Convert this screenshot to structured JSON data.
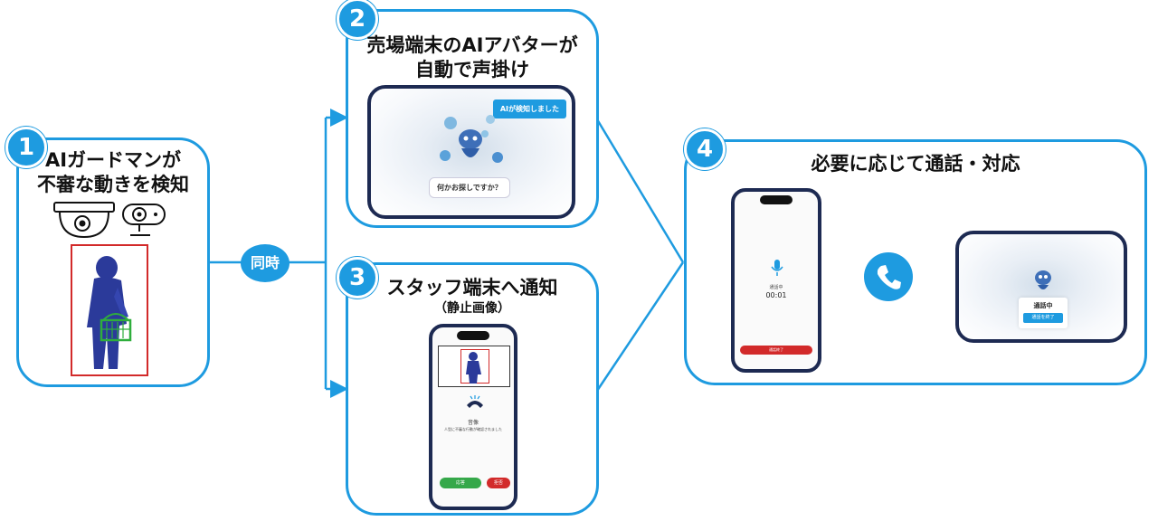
{
  "steps": [
    {
      "number": "1",
      "title_lines": [
        "AIガードマンが",
        "不審な動きを検知"
      ]
    },
    {
      "number": "2",
      "title_lines": [
        "売場端末のAIアバターが",
        "自動で声掛け"
      ]
    },
    {
      "number": "3",
      "title_lines": [
        "スタッフ端末へ通知"
      ],
      "subtitle": "（静止画像）"
    },
    {
      "number": "4",
      "title_lines": [
        "必要に応じて通話・対応"
      ]
    }
  ],
  "connector_label": "同時",
  "step2_screen": {
    "notice": "AIが検知しました",
    "speech": "何かお探しですか？"
  },
  "step3_phone": {
    "label": "音像",
    "caption": "人型に不審な行動が確認されました",
    "accept": "応答",
    "decline": "拒否"
  },
  "step4_phone": {
    "status": "通話中",
    "timer": "00:01",
    "end_label": "通話終了"
  },
  "step4_tablet": {
    "status": "通話中",
    "end_button": "通話を終了"
  },
  "colors": {
    "accent": "#1e9be0",
    "frame": "#1d2a52",
    "alert_red": "#d22a2a",
    "accept_green": "#35a84a"
  }
}
